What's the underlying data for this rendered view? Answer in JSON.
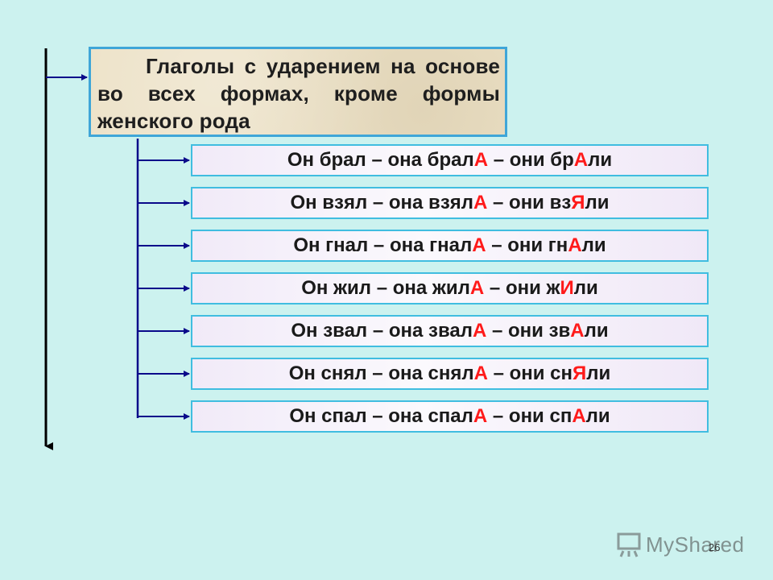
{
  "title": "Глаголы с ударением на основе во всех формах, кроме формы женского рода",
  "rows": [
    {
      "pre": "Он брал – она брал",
      "a1": "А",
      "mid": " – они бр",
      "a2": "А",
      "post": "ли"
    },
    {
      "pre": "Он взял – она взял",
      "a1": "А",
      "mid": " – они вз",
      "a2": "Я",
      "post": "ли"
    },
    {
      "pre": "Он гнал – она гнал",
      "a1": "А",
      "mid": " – они гн",
      "a2": "А",
      "post": "ли"
    },
    {
      "pre": "Он жил – она жил",
      "a1": "А",
      "mid": " – они ж",
      "a2": "И",
      "post": "ли"
    },
    {
      "pre": "Он звал – она звал",
      "a1": "А",
      "mid": " – они зв",
      "a2": "А",
      "post": "ли"
    },
    {
      "pre": "Он снял – она снял",
      "a1": "А",
      "mid": " – они сн",
      "a2": "Я",
      "post": "ли"
    },
    {
      "pre": "Он спал – она спал",
      "a1": "А",
      "mid": " – они сп",
      "a2": "А",
      "post": "ли"
    }
  ],
  "watermark": "MyShared",
  "page_number": "26",
  "colors": {
    "background": "#ccf2ef",
    "accent": "#ff1a1a",
    "box_border": "#40bde0",
    "arrow": "#0a0a8a",
    "trunk": "#000000"
  }
}
